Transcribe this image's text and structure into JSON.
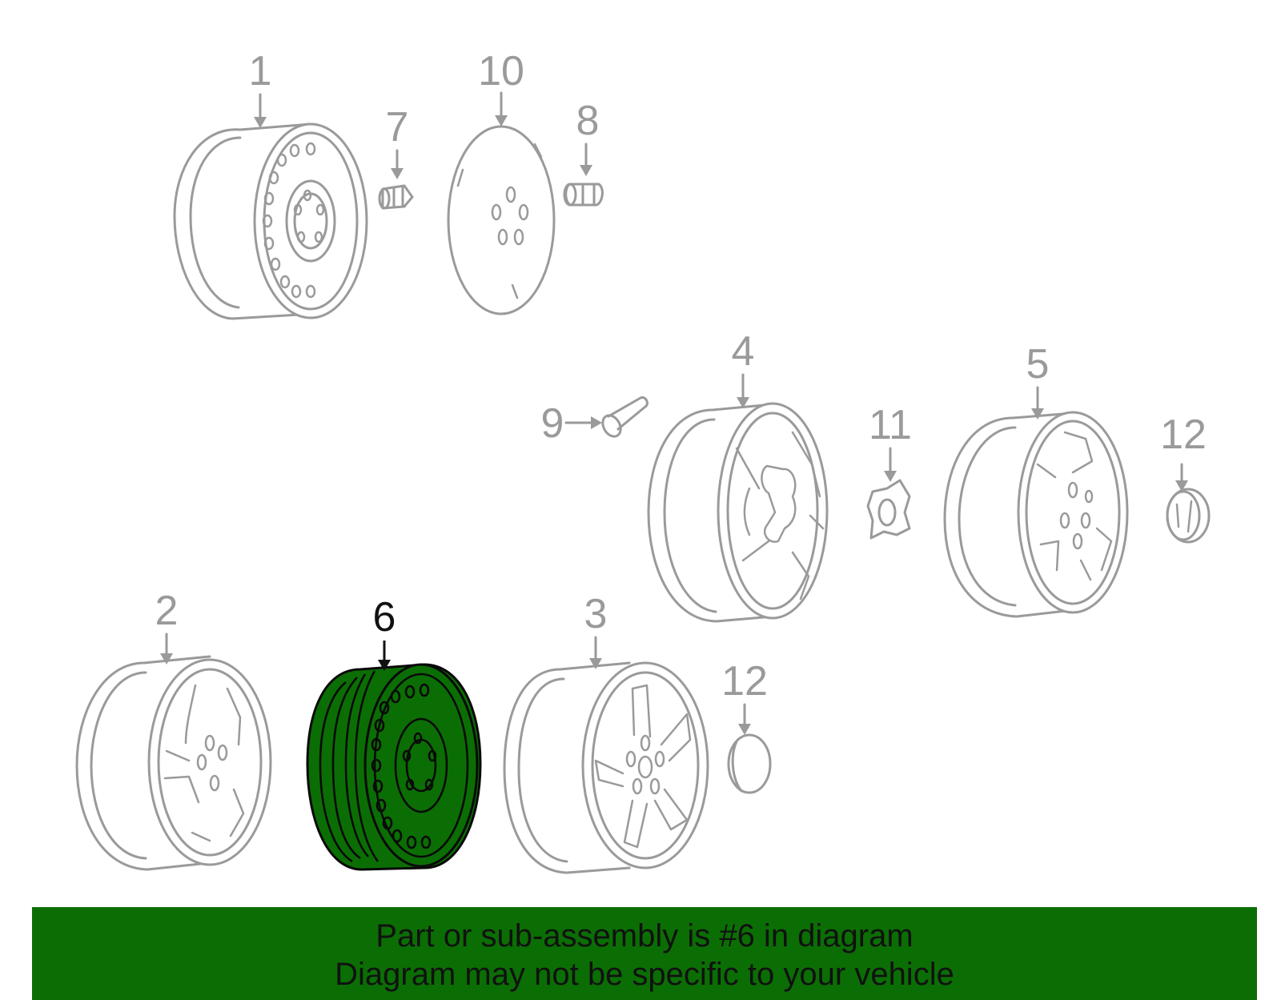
{
  "highlighted_part": "6",
  "callouts": [
    {
      "id": "1",
      "label": "1"
    },
    {
      "id": "2",
      "label": "2"
    },
    {
      "id": "3",
      "label": "3"
    },
    {
      "id": "4",
      "label": "4"
    },
    {
      "id": "5",
      "label": "5"
    },
    {
      "id": "6",
      "label": "6"
    },
    {
      "id": "7",
      "label": "7"
    },
    {
      "id": "8",
      "label": "8"
    },
    {
      "id": "9",
      "label": "9"
    },
    {
      "id": "10",
      "label": "10"
    },
    {
      "id": "11",
      "label": "11"
    },
    {
      "id": "12a",
      "label": "12"
    },
    {
      "id": "12b",
      "label": "12"
    }
  ],
  "banner": {
    "line1": "Part or sub-assembly is #6 in diagram",
    "line2": "Diagram may not be specific to your vehicle"
  },
  "colors": {
    "highlight": "#0b6e04",
    "banner_bg": "#0b6e04",
    "line_gray": "#9a9a9a"
  }
}
